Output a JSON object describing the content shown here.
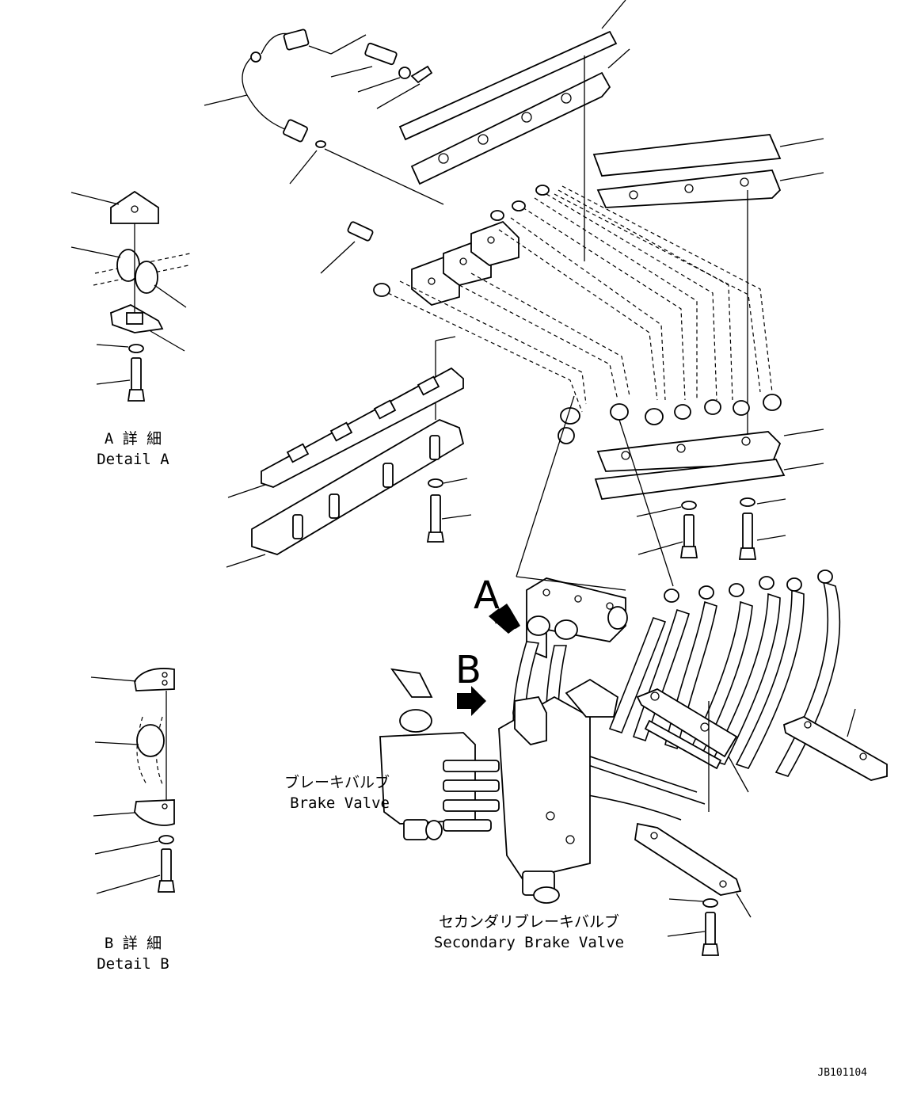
{
  "callouts": {
    "view_a_letter": "A",
    "view_b_letter": "B"
  },
  "details": {
    "a_jp": "A 詳 細",
    "a_en": "Detail A",
    "b_jp": "B 詳 細",
    "b_en": "Detail B"
  },
  "labels": {
    "brake_valve_jp": "ブレーキバルブ",
    "brake_valve_en": "Brake Valve",
    "secondary_jp": "セカンダリブレーキバルブ",
    "secondary_en": "Secondary Brake Valve"
  },
  "drawing_code": "JB101104"
}
